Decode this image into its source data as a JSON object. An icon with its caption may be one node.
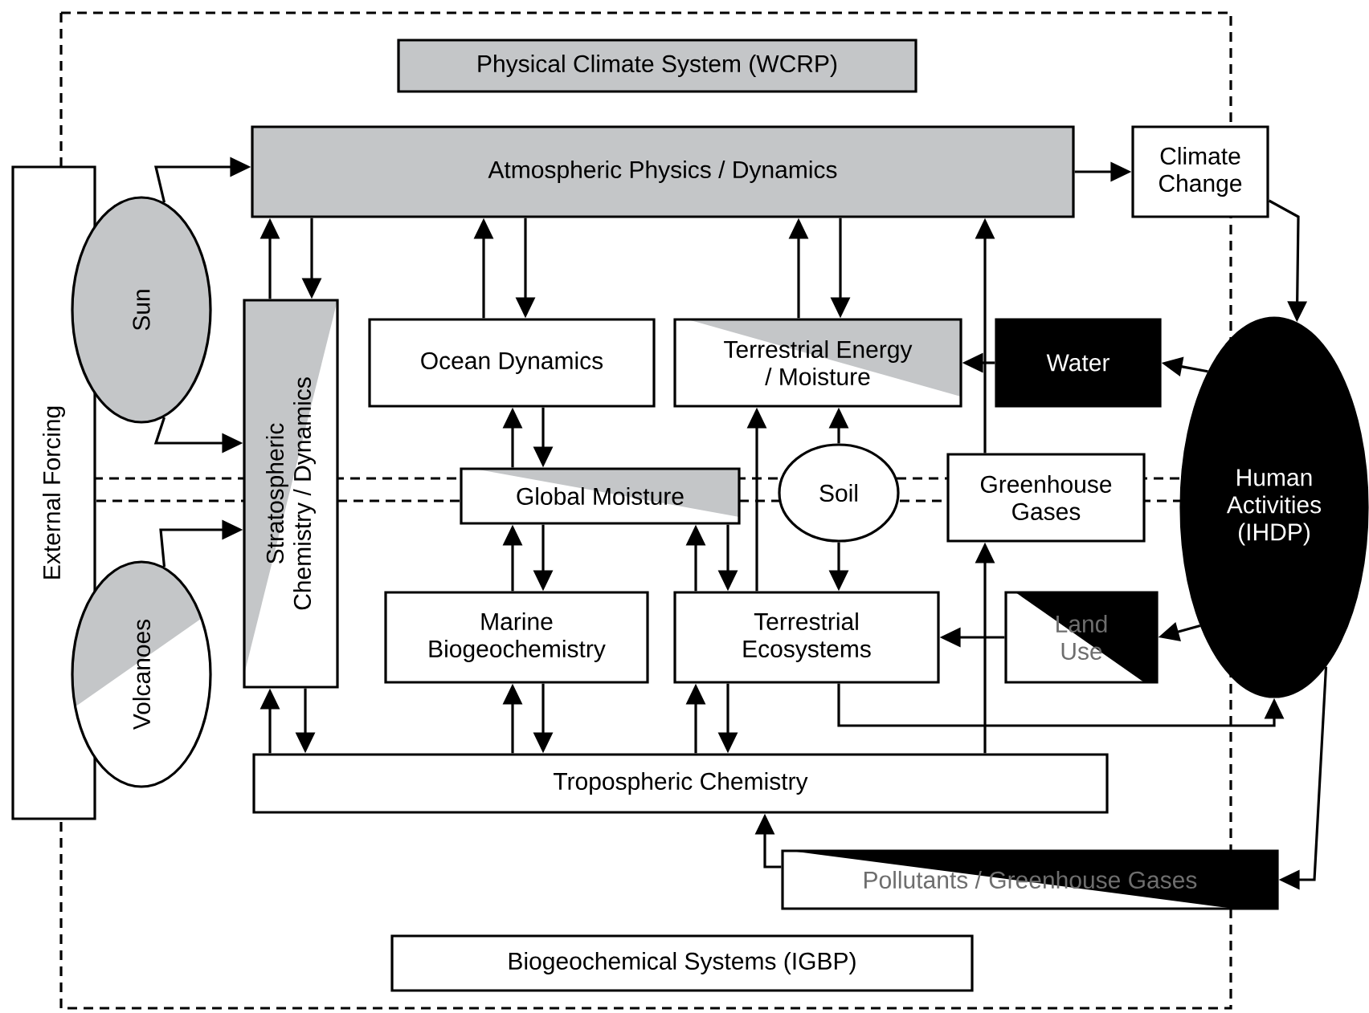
{
  "diagram": {
    "nodes": [
      {
        "text": [
          "Physical Climate System (WCRP)"
        ]
      },
      {
        "text": [
          "Atmospheric Physics / Dynamics"
        ]
      },
      {
        "text": [
          "Climate Change"
        ]
      },
      {
        "text": [
          "External Forcing"
        ]
      },
      {
        "text": [
          "Sun"
        ]
      },
      {
        "text": [
          "Volcanoes"
        ]
      },
      {
        "text": [
          "Stratospheric Chemistry / Dynamics"
        ]
      },
      {
        "text": [
          "Ocean Dynamics"
        ]
      },
      {
        "text": [
          "Terrestrial Energy / Moisture"
        ]
      },
      {
        "text": [
          "Water"
        ]
      },
      {
        "text": [
          "Human Activities (IHDP)"
        ]
      },
      {
        "text": [
          "Global Moisture"
        ]
      },
      {
        "text": [
          "Soil"
        ]
      },
      {
        "text": [
          "Greenhouse Gases"
        ]
      },
      {
        "text": [
          "Marine Biogeochemistry"
        ]
      },
      {
        "text": [
          "Terrestrial Ecosystems"
        ]
      },
      {
        "text": [
          "Land Use"
        ]
      },
      {
        "text": [
          "Tropospheric Chemistry"
        ]
      },
      {
        "text": [
          "Pollutants / Greenhouse Gases"
        ]
      },
      {
        "text": [
          "Biogeochemical Systems (IGBP)"
        ]
      }
    ],
    "edges": [
      {
        "from": 4,
        "to": 1,
        "arrow": "to"
      },
      {
        "from": 4,
        "to": 6,
        "arrow": "to"
      },
      {
        "from": 5,
        "to": 6,
        "arrow": "to"
      },
      {
        "from": 6,
        "to": 1,
        "arrow": "to"
      },
      {
        "from": 1,
        "to": 6,
        "arrow": "to"
      },
      {
        "from": 7,
        "to": 1,
        "arrow": "to"
      },
      {
        "from": 1,
        "to": 7,
        "arrow": "to"
      },
      {
        "from": 8,
        "to": 1,
        "arrow": "to"
      },
      {
        "from": 1,
        "to": 8,
        "arrow": "to"
      },
      {
        "from": 13,
        "to": 1,
        "arrow": "to"
      },
      {
        "from": 1,
        "to": 2,
        "arrow": "to"
      },
      {
        "from": 2,
        "to": 10,
        "arrow": "to"
      },
      {
        "from": 10,
        "to": 9,
        "arrow": "to"
      },
      {
        "from": 9,
        "to": 8,
        "arrow": "to"
      },
      {
        "from": 11,
        "to": 7,
        "arrow": "to"
      },
      {
        "from": 7,
        "to": 11,
        "arrow": "to"
      },
      {
        "from": 14,
        "to": 11,
        "arrow": "to"
      },
      {
        "from": 11,
        "to": 14,
        "arrow": "to"
      },
      {
        "from": 17,
        "to": 14,
        "arrow": "to"
      },
      {
        "from": 14,
        "to": 17,
        "arrow": "to"
      },
      {
        "from": 17,
        "to": 6,
        "arrow": "to"
      },
      {
        "from": 6,
        "to": 17,
        "arrow": "to"
      },
      {
        "from": 15,
        "to": 8,
        "arrow": "to"
      },
      {
        "from": 12,
        "to": 8,
        "arrow": "to"
      },
      {
        "from": 12,
        "to": 15,
        "arrow": "to"
      },
      {
        "from": 15,
        "to": 11,
        "arrow": "to"
      },
      {
        "from": 11,
        "to": 15,
        "arrow": "to"
      },
      {
        "from": 17,
        "to": 15,
        "arrow": "to"
      },
      {
        "from": 15,
        "to": 17,
        "arrow": "to"
      },
      {
        "from": 16,
        "to": 15,
        "arrow": "to"
      },
      {
        "from": 10,
        "to": 16,
        "arrow": "to"
      },
      {
        "from": 17,
        "to": 13,
        "arrow": "to"
      },
      {
        "from": 15,
        "to": 10,
        "arrow": "to"
      },
      {
        "from": 10,
        "to": 18,
        "arrow": "to"
      },
      {
        "from": 18,
        "to": 17,
        "arrow": "to"
      }
    ]
  }
}
